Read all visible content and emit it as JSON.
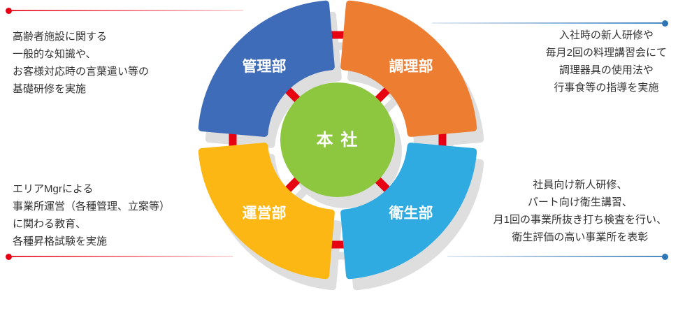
{
  "page": {
    "background": "#ffffff",
    "text_color": "#333333"
  },
  "diagram": {
    "center": {
      "label": "本 社",
      "color": "#8dc63f",
      "text_color": "#ffffff"
    },
    "connector_color": "#e60012",
    "departments": [
      {
        "label": "管理部",
        "color": "#3e6cb9",
        "position": "top-left"
      },
      {
        "label": "調理部",
        "color": "#ed7d31",
        "position": "top-right"
      },
      {
        "label": "運営部",
        "color": "#fdb714",
        "position": "bottom-left"
      },
      {
        "label": "衛生部",
        "color": "#2fabe1",
        "position": "bottom-right"
      }
    ]
  },
  "annotations": {
    "top_left": {
      "text": "高齢者施設に関する\n一般的な知識や、\nお客様対応時の言葉遣い等の\n基礎研修を実施",
      "dot_color": "#e60012"
    },
    "top_right": {
      "text": "入社時の新人研修や\n毎月2回の料理講習会にて\n調理器具の使用法や\n行事食等の指導を実施",
      "dot_color": "#2e75b6"
    },
    "bottom_left": {
      "text": "エリアMgrによる\n事業所運営（各種管理、立案等）\nに関わる教育、\n各種昇格試験を実施",
      "dot_color": "#e60012"
    },
    "bottom_right": {
      "text": "社員向け新人研修、\nパート向け衛生講習、\n月1回の事業所抜き打ち検査を行い、\n衛生評価の高い事業所を表彰",
      "dot_color": "#2e75b6"
    }
  }
}
